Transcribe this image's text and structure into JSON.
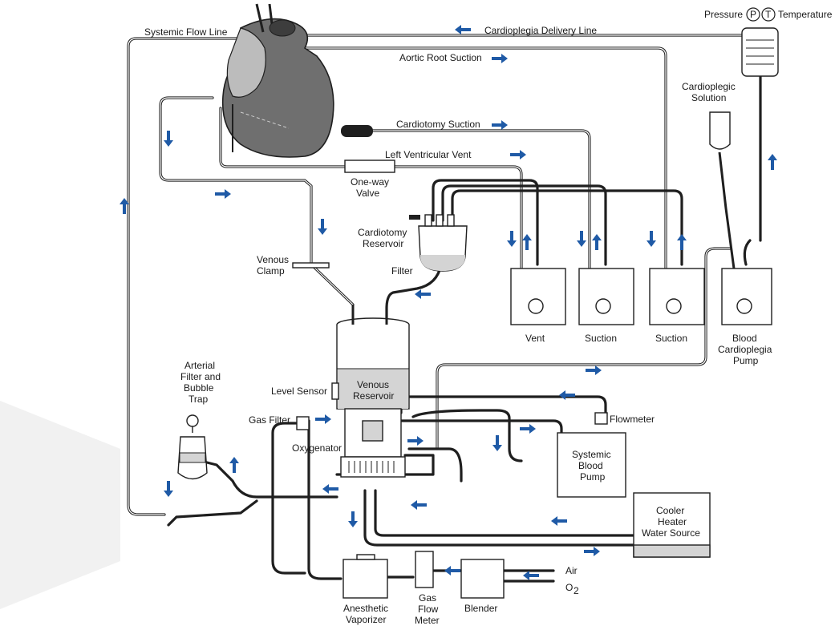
{
  "diagram": {
    "labels": {
      "systemic_flow_line": "Systemic Flow Line",
      "cardioplegia_delivery_line": "Cardioplegia Delivery Line",
      "pressure": "Pressure",
      "pressure_symbol": "P",
      "temperature_symbol": "T",
      "temperature": "Temperature",
      "aortic_root_suction": "Aortic Root Suction",
      "cardioplegic_solution_1": "Cardioplegic",
      "cardioplegic_solution_2": "Solution",
      "cardiotomy_suction": "Cardiotomy Suction",
      "left_ventricular_vent": "Left Ventricular Vent",
      "one_way_valve_1": "One-way",
      "one_way_valve_2": "Valve",
      "cardiotomy_reservoir_1": "Cardiotomy",
      "cardiotomy_reservoir_2": "Reservoir",
      "venous_clamp_1": "Venous",
      "venous_clamp_2": "Clamp",
      "filter": "Filter",
      "vent": "Vent",
      "suction_1": "Suction",
      "suction_2": "Suction",
      "blood_cardioplegia_pump_1": "Blood",
      "blood_cardioplegia_pump_2": "Cardioplegia",
      "blood_cardioplegia_pump_3": "Pump",
      "arterial_filter_1": "Arterial",
      "arterial_filter_2": "Filter and",
      "arterial_filter_3": "Bubble",
      "arterial_filter_4": "Trap",
      "venous_reservoir_1": "Venous",
      "venous_reservoir_2": "Reservoir",
      "level_sensor": "Level Sensor",
      "gas_filter": "Gas Filter",
      "flowmeter": "Flowmeter",
      "oxygenator": "Oxygenator",
      "systemic_blood_pump_1": "Systemic",
      "systemic_blood_pump_2": "Blood",
      "systemic_blood_pump_3": "Pump",
      "cooler_heater_1": "Cooler",
      "cooler_heater_2": "Heater",
      "cooler_heater_3": "Water Source",
      "air": "Air",
      "o2": "O",
      "o2_subscript": "2",
      "anesthetic_vaporizer_1": "Anesthetic",
      "anesthetic_vaporizer_2": "Vaporizer",
      "gas_flow_meter_1": "Gas",
      "gas_flow_meter_2": "Flow",
      "gas_flow_meter_3": "Meter",
      "blender": "Blender"
    },
    "colors": {
      "line": "#1f1f1f",
      "arrow": "#1f5aa6",
      "heart": "#6f6f6f",
      "fluid": "#d4d4d4",
      "watermark": "#f1f1f1"
    }
  }
}
